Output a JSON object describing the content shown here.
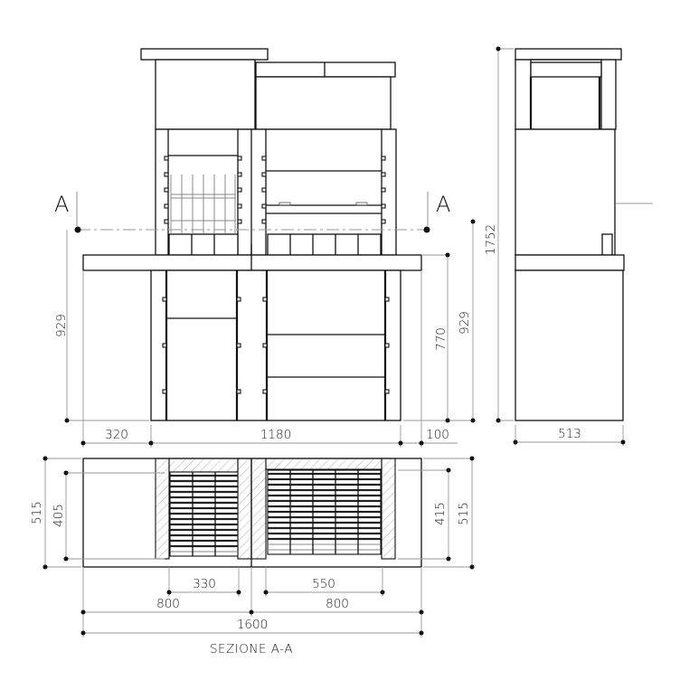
{
  "drawing": {
    "title": "SEZIONE A-A",
    "section_marker_left": "A",
    "section_marker_right": "A",
    "line_color": "#111111",
    "dimension_line_color": "#999999"
  },
  "front_view": {
    "dimensions": {
      "height_left": "929",
      "height_right": "929",
      "inner_height": "770",
      "overhang_left": "320",
      "base_width": "1180",
      "overhang_right": "100"
    }
  },
  "side_view": {
    "dimensions": {
      "total_height": "1752",
      "depth": "513"
    }
  },
  "plan_section": {
    "dimensions": {
      "depth_left": "515",
      "grill_depth_left": "405",
      "grill_depth_right": "415",
      "depth_right": "515",
      "grill_width_left": "330",
      "grill_width_right": "550",
      "half_left": "800",
      "half_right": "800",
      "total_width": "1600"
    }
  }
}
